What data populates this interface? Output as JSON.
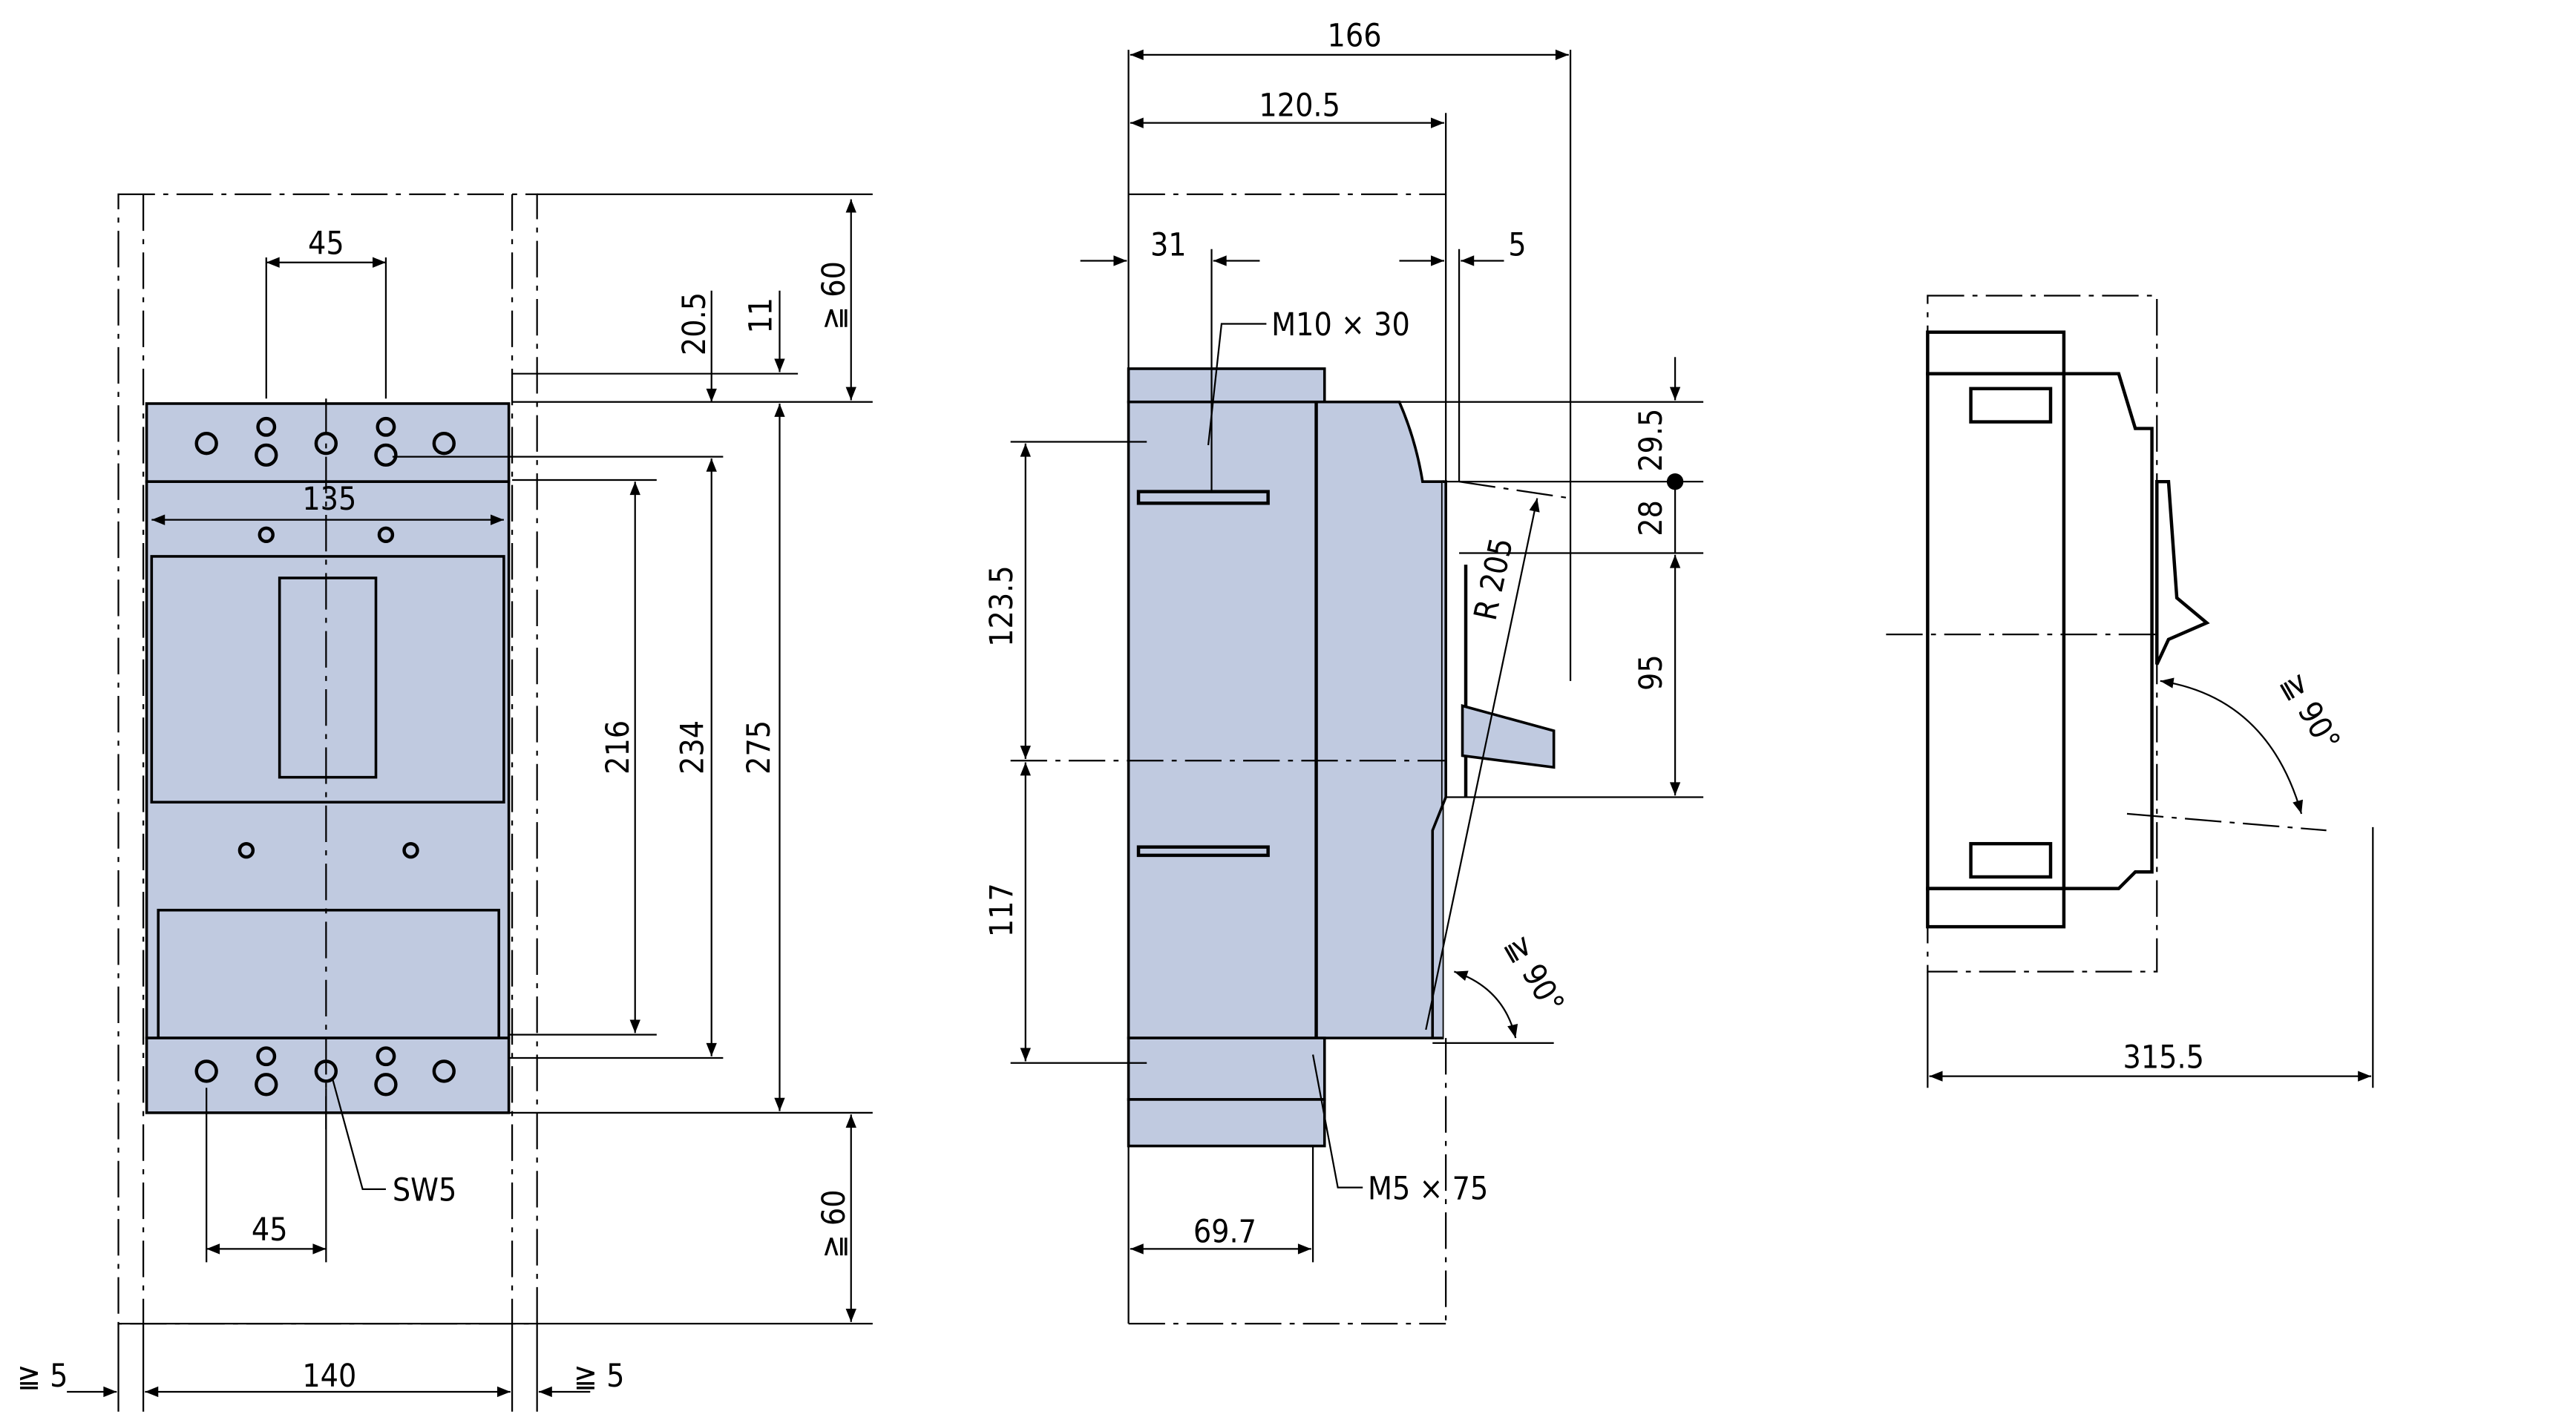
{
  "front_view": {
    "dim_45_top": "45",
    "dim_135": "135",
    "dim_20_5": "20.5",
    "dim_11": "11",
    "dim_min60_top": "≧ 60",
    "dim_216": "216",
    "dim_234": "234",
    "dim_275": "275",
    "label_sw5": "SW5",
    "dim_45_bottom": "45",
    "dim_min60_bottom": "≧ 60",
    "dim_min5_left": "≧ 5",
    "dim_140": "140",
    "dim_min5_right": "≧ 5"
  },
  "side_view": {
    "dim_166": "166",
    "dim_120_5": "120.5",
    "dim_31": "31",
    "dim_5": "5",
    "label_m10": "M10 × 30",
    "dim_29_5": "29.5",
    "dim_28": "28",
    "dim_95": "95",
    "dim_123_5": "123.5",
    "dim_117": "117",
    "dim_r205": "R 205",
    "angle_90": "≧ 90°",
    "label_m5": "M5 × 75",
    "dim_69_7": "69.7"
  },
  "rear_view": {
    "angle_90": "≧ 90°",
    "dim_315_5": "315.5"
  },
  "colors": {
    "body_fill": "#c0cae0"
  }
}
